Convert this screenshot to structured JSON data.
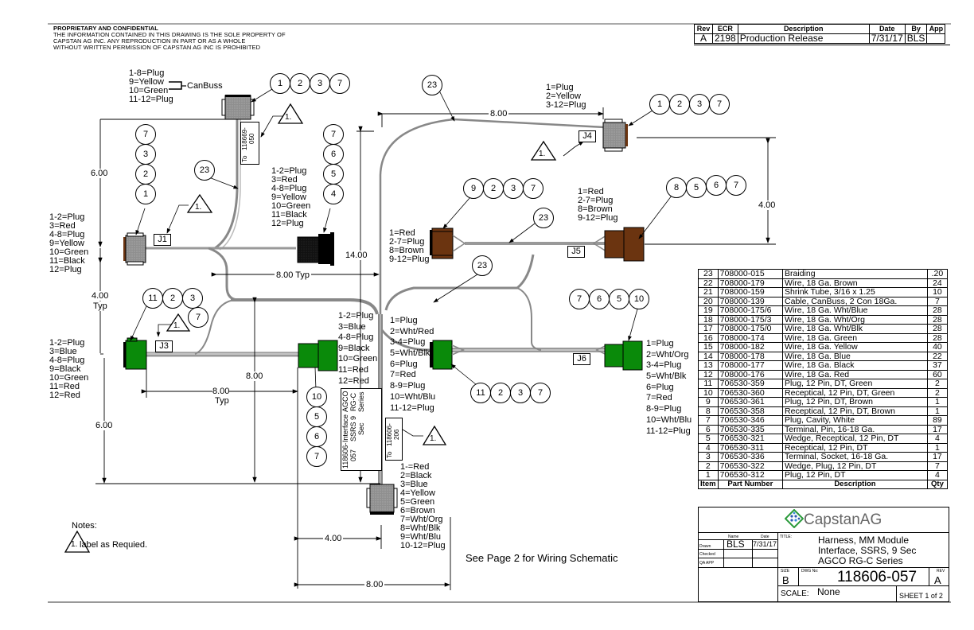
{
  "confidential": {
    "heading": "PROPRIETARY AND CONFIDENTIAL",
    "lines": [
      "THE INFORMATION CONTAINED IN THIS DRAWING IS THE SOLE PROPERTY OF",
      "CAPSTAN AG INC. ANY REPRODUCTION IN PART OR AS A WHOLE",
      "WITHOUT WRITTEN PERMISSION OF CAPSTAN AG INC IS PROHIBITED"
    ]
  },
  "revision_table": {
    "headers": [
      "Rev",
      "ECR",
      "Description",
      "Date",
      "By",
      "App"
    ],
    "rows": [
      [
        "A",
        "2198",
        "Production Release",
        "7/31/17",
        "BLS",
        ""
      ]
    ]
  },
  "connectors": {
    "canbuss": {
      "pins": [
        "1-8=Plug",
        "9=Yellow",
        "10=Green",
        "11-12=Plug"
      ],
      "bracket_label": "CanBuss",
      "balloons": [
        "1",
        "2",
        "3",
        "7"
      ],
      "label_to": "To",
      "label_part": "118669-050",
      "note": "1."
    },
    "j1": {
      "tag": "J1",
      "pins": [
        "1-2=Plug",
        "3=Red",
        "4-8=Plug",
        "9=Yellow",
        "10=Green",
        "11=Black",
        "12=Plug"
      ],
      "balloons": [
        "7",
        "3",
        "2",
        "1"
      ],
      "note": "1."
    },
    "black_receptacle": {
      "pins": [
        "1-2=Plug",
        "3=Red",
        "4-8=Plug",
        "9=Yellow",
        "10=Green",
        "11=Black",
        "12=Plug"
      ],
      "balloons": [
        "7",
        "6",
        "5",
        "4"
      ]
    },
    "j4": {
      "tag": "J4",
      "pins": [
        "1=Plug",
        "2=Yellow",
        "3-12=Plug"
      ],
      "balloons": [
        "1",
        "2",
        "3",
        "7"
      ],
      "note": "1."
    },
    "brown_plug": {
      "pins": [
        "1=Red",
        "2-7=Plug",
        "8=Brown",
        "9-12=Plug"
      ],
      "balloons": [
        "9",
        "2",
        "3",
        "7"
      ]
    },
    "j5": {
      "tag": "J5",
      "pins": [
        "1=Red",
        "2-7=Plug",
        "8=Brown",
        "9-12=Plug"
      ],
      "balloons": [
        "8",
        "5",
        "6",
        "7"
      ]
    },
    "j3": {
      "tag": "J3",
      "pins": [
        "1-2=Plug",
        "3=Blue",
        "4-8=Plug",
        "9=Black",
        "10=Green",
        "11=Red",
        "12=Red"
      ],
      "balloons": [
        "11",
        "2",
        "3",
        "7"
      ],
      "note": "1."
    },
    "green_receptacle_center": {
      "pins": [
        "1-2=Plug",
        "3=Blue",
        "4-8=Plug",
        "9=Black",
        "10=Green",
        "11=Red",
        "12=Red"
      ],
      "balloons": [
        "10",
        "5",
        "6",
        "7"
      ]
    },
    "green_plug_center": {
      "pins": [
        "1=Plug",
        "2=Wht/Red",
        "3-4=Plug",
        "5=Wht/Blk",
        "6=Plug",
        "7=Red",
        "8-9=Plug",
        "10=Wht/Blu",
        "11-12=Plug"
      ],
      "balloons": [
        "11",
        "2",
        "3",
        "7"
      ]
    },
    "j6": {
      "tag": "J6",
      "pins": [
        "1=Plug",
        "2=Wht/Org",
        "3-4=Plug",
        "5=Wht/Blk",
        "6=Plug",
        "7=Red",
        "8-9=Plug",
        "10=Wht/Blu",
        "11-12=Plug"
      ],
      "balloons": [
        "7",
        "6",
        "5",
        "10"
      ]
    },
    "bottom_plug": {
      "pins": [
        "1-=Red",
        "2=Black",
        "3=Blue",
        "4=Yellow",
        "5=Green",
        "6=Brown",
        "7=Wht/Org",
        "8=Wht/Blk",
        "9=Wht/Blu",
        "10-12=Plug"
      ],
      "label_to": "To",
      "label_part": "118606-206",
      "note": "1."
    }
  },
  "braid_balloons": [
    "23",
    "23",
    "23",
    "23"
  ],
  "harness_label": [
    "118606-057",
    "Interface SSRS 9 Sec",
    "AGCO RG-C Series"
  ],
  "dimensions": {
    "d_6_left_top": "6.00",
    "d_4_typ": "4.00",
    "d_typ": "Typ",
    "d_6_left_bottom": "6.00",
    "d_8_typ_mid": "8.00 Typ",
    "d_14": "14.00",
    "d_8_center": "8.00",
    "d_8_j3": "8.00",
    "d_8_top": "8.00",
    "d_4_right": "4.00",
    "d_4_bottom": "4.00",
    "d_8_bottom": "8.00"
  },
  "notes": {
    "title": "Notes:",
    "item_num": "1.",
    "item_text": "label as Requied."
  },
  "see_page": "See Page 2 for Wiring Schematic",
  "bom": {
    "headers": [
      "Item",
      "Part Number",
      "Description",
      "Qty"
    ],
    "rows": [
      [
        "23",
        "708000-015",
        "Braiding",
        ".20"
      ],
      [
        "22",
        "708000-179",
        "Wire, 18 Ga. Brown",
        "24"
      ],
      [
        "21",
        "708000-159",
        "Shrink Tube, 3/16 x 1.25",
        "10"
      ],
      [
        "20",
        "708000-139",
        "Cable, CanBuss, 2 Con 18Ga.",
        "7"
      ],
      [
        "19",
        "708000-175/6",
        "Wire, 18 Ga. Wht/Blue",
        "28"
      ],
      [
        "18",
        "708000-175/3",
        "Wire, 18 Ga. Wht/Org",
        "28"
      ],
      [
        "17",
        "708000-175/0",
        "Wire, 18 Ga. Wht/Blk",
        "28"
      ],
      [
        "16",
        "708000-174",
        "Wire, 18 Ga. Green",
        "28"
      ],
      [
        "15",
        "708000-182",
        "Wire, 18 Ga. Yellow",
        "40"
      ],
      [
        "14",
        "708000-178",
        "Wire, 18 Ga. Blue",
        "22"
      ],
      [
        "13",
        "708000-177",
        "Wire, 18 Ga. Black",
        "37"
      ],
      [
        "12",
        "708000-176",
        "Wire, 18 Ga. Red",
        "60"
      ],
      [
        "11",
        "706530-359",
        "Plug, 12 Pin, DT, Green",
        "2"
      ],
      [
        "10",
        "706530-360",
        "Receptical, 12 Pin, DT, Green",
        "2"
      ],
      [
        "9",
        "706530-361",
        "Plug, 12 Pin, DT, Brown",
        "1"
      ],
      [
        "8",
        "706530-358",
        "Receptical, 12 Pin, DT, Brown",
        "1"
      ],
      [
        "7",
        "706530-346",
        "Plug, Cavity, White",
        "89"
      ],
      [
        "6",
        "706530-335",
        "Terminal, Pin, 16-18 Ga.",
        "17"
      ],
      [
        "5",
        "706530-321",
        "Wedge, Receptical, 12 Pin, DT",
        "4"
      ],
      [
        "4",
        "706530-311",
        "Receptical, 12 Pin, DT",
        "1"
      ],
      [
        "3",
        "706530-336",
        "Terminal, Socket, 16-18 Ga.",
        "17"
      ],
      [
        "2",
        "706530-322",
        "Wedge, Plug, 12 Pin, DT",
        "7"
      ],
      [
        "1",
        "706530-312",
        "Plug, 12 Pin, DT",
        "4"
      ]
    ]
  },
  "title_block": {
    "logo_text": "CapstanAG",
    "col_name": "Name",
    "col_date": "Date",
    "drawn_label": "Drawn",
    "drawn_name": "BLS",
    "drawn_date": "7/31/17",
    "checked_label": "Checked",
    "qa_label": "QA APP",
    "title_label": "TITLE:",
    "title_lines": [
      "Harness, MM Module",
      "Interface, SSRS, 9 Sec",
      "AGCO RG-C Series"
    ],
    "size_label": "SIZE",
    "size": "B",
    "dwg_label": "DWG No:",
    "dwg_no": "118606-057",
    "rev_label": "REV",
    "rev": "A",
    "scale_label": "SCALE:",
    "scale": "None",
    "sheet": "SHEET 1 of 2"
  },
  "colors": {
    "green": "#0a8a0a",
    "brown": "#6b3410",
    "grey": "#8c8c8c",
    "black": "#111111",
    "wire": "#9a9a9a"
  }
}
